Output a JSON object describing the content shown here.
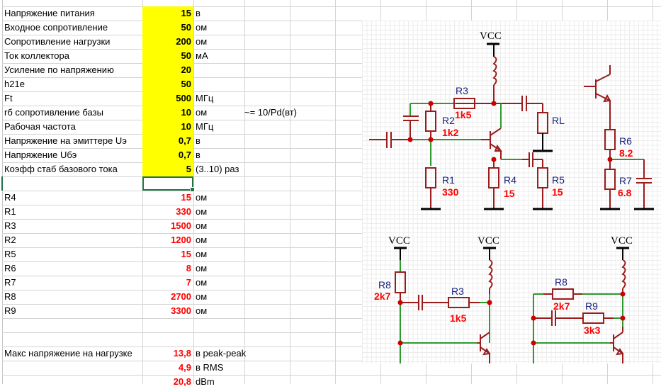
{
  "inputs": [
    {
      "label": "Напряжение питания",
      "value": "15",
      "unit": "в"
    },
    {
      "label": "Входное сопротивление",
      "value": "50",
      "unit": "ом"
    },
    {
      "label": "Сопротивление нагрузки",
      "value": "200",
      "unit": "ом"
    },
    {
      "label": "Ток коллектора",
      "value": "50",
      "unit": "мА"
    },
    {
      "label": "Усиление по напряжению",
      "value": "20",
      "unit": ""
    },
    {
      "label": "h21e",
      "value": "50",
      "unit": ""
    },
    {
      "label": "Ft",
      "value": "500",
      "unit": "МГц"
    },
    {
      "label": "rб  сопротивление базы",
      "value": "10",
      "unit": "ом",
      "note": "~= 10/Pd(вт)"
    },
    {
      "label": "Рабочая частота",
      "value": "10",
      "unit": "МГц"
    },
    {
      "label": "Напряжение на эмиттере Uэ",
      "value": "0,7",
      "unit": "в"
    },
    {
      "label": "Напряжение Uбэ",
      "value": "0,7",
      "unit": "в"
    },
    {
      "label": "Коэфф стаб базового тока",
      "value": "5",
      "unit": "(3..10) раз"
    }
  ],
  "results": [
    {
      "label": "R4",
      "value": "15",
      "unit": "ом"
    },
    {
      "label": "R1",
      "value": "330",
      "unit": "ом"
    },
    {
      "label": "R3",
      "value": "1500",
      "unit": "ом"
    },
    {
      "label": "R2",
      "value": "1200",
      "unit": "ом"
    },
    {
      "label": "R5",
      "value": "15",
      "unit": "ом"
    },
    {
      "label": "R6",
      "value": "8",
      "unit": "ом"
    },
    {
      "label": "R7",
      "value": "7",
      "unit": "ом"
    },
    {
      "label": "R8",
      "value": "2700",
      "unit": "ом"
    },
    {
      "label": "R9",
      "value": "3300",
      "unit": "ом"
    }
  ],
  "output": [
    {
      "label": "Макс напряжение на нагрузке",
      "value": "13,8",
      "unit": "в peak-peak"
    },
    {
      "label": "",
      "value": "4,9",
      "unit": "в RMS"
    },
    {
      "label": "",
      "value": "20,8",
      "unit": "dBm"
    }
  ],
  "diagram": {
    "vcc": "VCC",
    "main": {
      "r3": {
        "name": "R3",
        "value": "1k5"
      },
      "r2": {
        "name": "R2",
        "value": "1k2"
      },
      "r1": {
        "name": "R1",
        "value": "330"
      },
      "r4": {
        "name": "R4",
        "value": "15"
      },
      "r5": {
        "name": "R5",
        "value": "15"
      },
      "rl": {
        "name": "RL"
      },
      "r6": {
        "name": "R6",
        "value": "8.2"
      },
      "r7": {
        "name": "R7",
        "value": "6.8"
      }
    },
    "alt1": {
      "r8": {
        "name": "R8",
        "value": "2k7"
      },
      "r3": {
        "name": "R3",
        "value": "1k5"
      }
    },
    "alt2": {
      "r8": {
        "name": "R8",
        "value": "2k7"
      },
      "r9": {
        "name": "R9",
        "value": "3k3"
      }
    }
  },
  "colors": {
    "input_fill": "#ffff00",
    "result_text": "#ff0000",
    "wire": "#9b1c1c",
    "net": "#2e9a2e",
    "selection": "#217346"
  }
}
